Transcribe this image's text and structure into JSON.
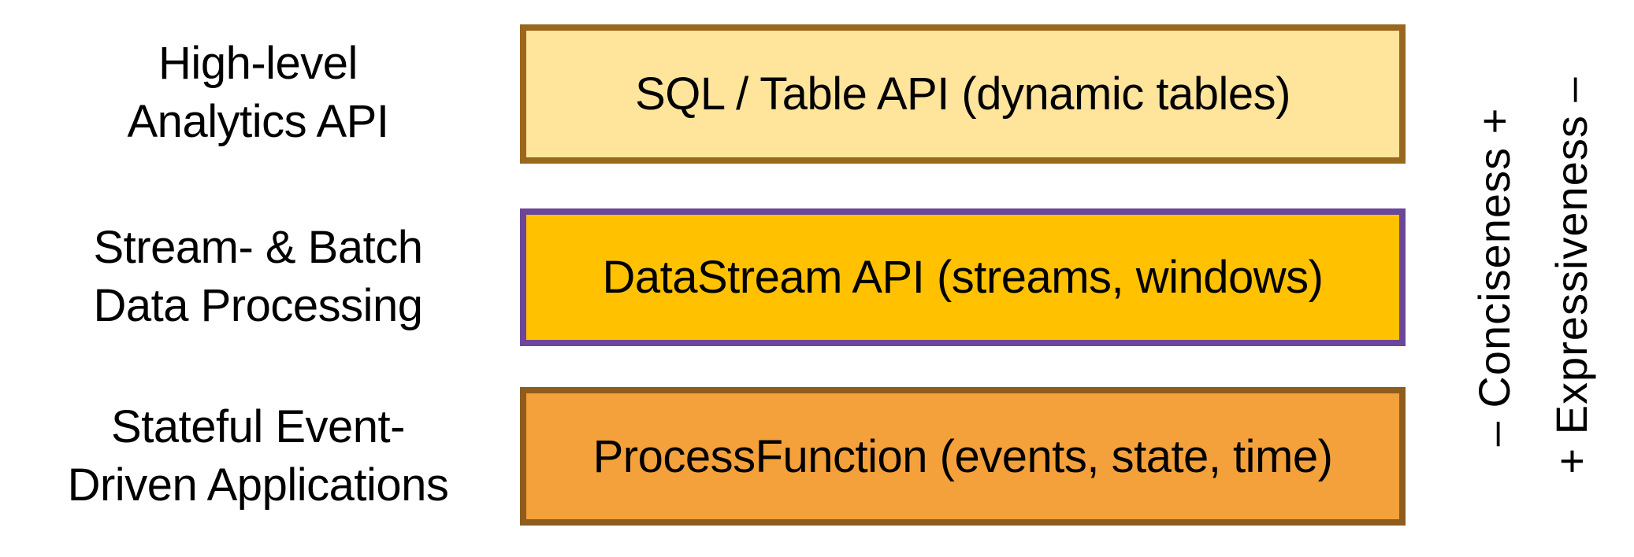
{
  "colors": {
    "background": "#FFFFFF",
    "text": "#000000",
    "box1_fill": "#FFE49C",
    "box1_border": "#9A671E",
    "box2_fill": "#FFC100",
    "box2_border": "#6C4699",
    "box3_fill": "#F4A13B",
    "box3_border": "#8E5C1E"
  },
  "rows": [
    {
      "label_line1": "High-level",
      "label_line2": "Analytics API",
      "box_label": "SQL / Table API (dynamic tables)"
    },
    {
      "label_line1": "Stream- & Batch",
      "label_line2": "Data Processing",
      "box_label": "DataStream API (streams, windows)"
    },
    {
      "label_line1": "Stateful Event-",
      "label_line2": "Driven Applications",
      "box_label": "ProcessFunction (events, state, time)"
    }
  ],
  "axes": {
    "conciseness": "– Conciseness +",
    "expressiveness": "+ Expressiveness –"
  }
}
